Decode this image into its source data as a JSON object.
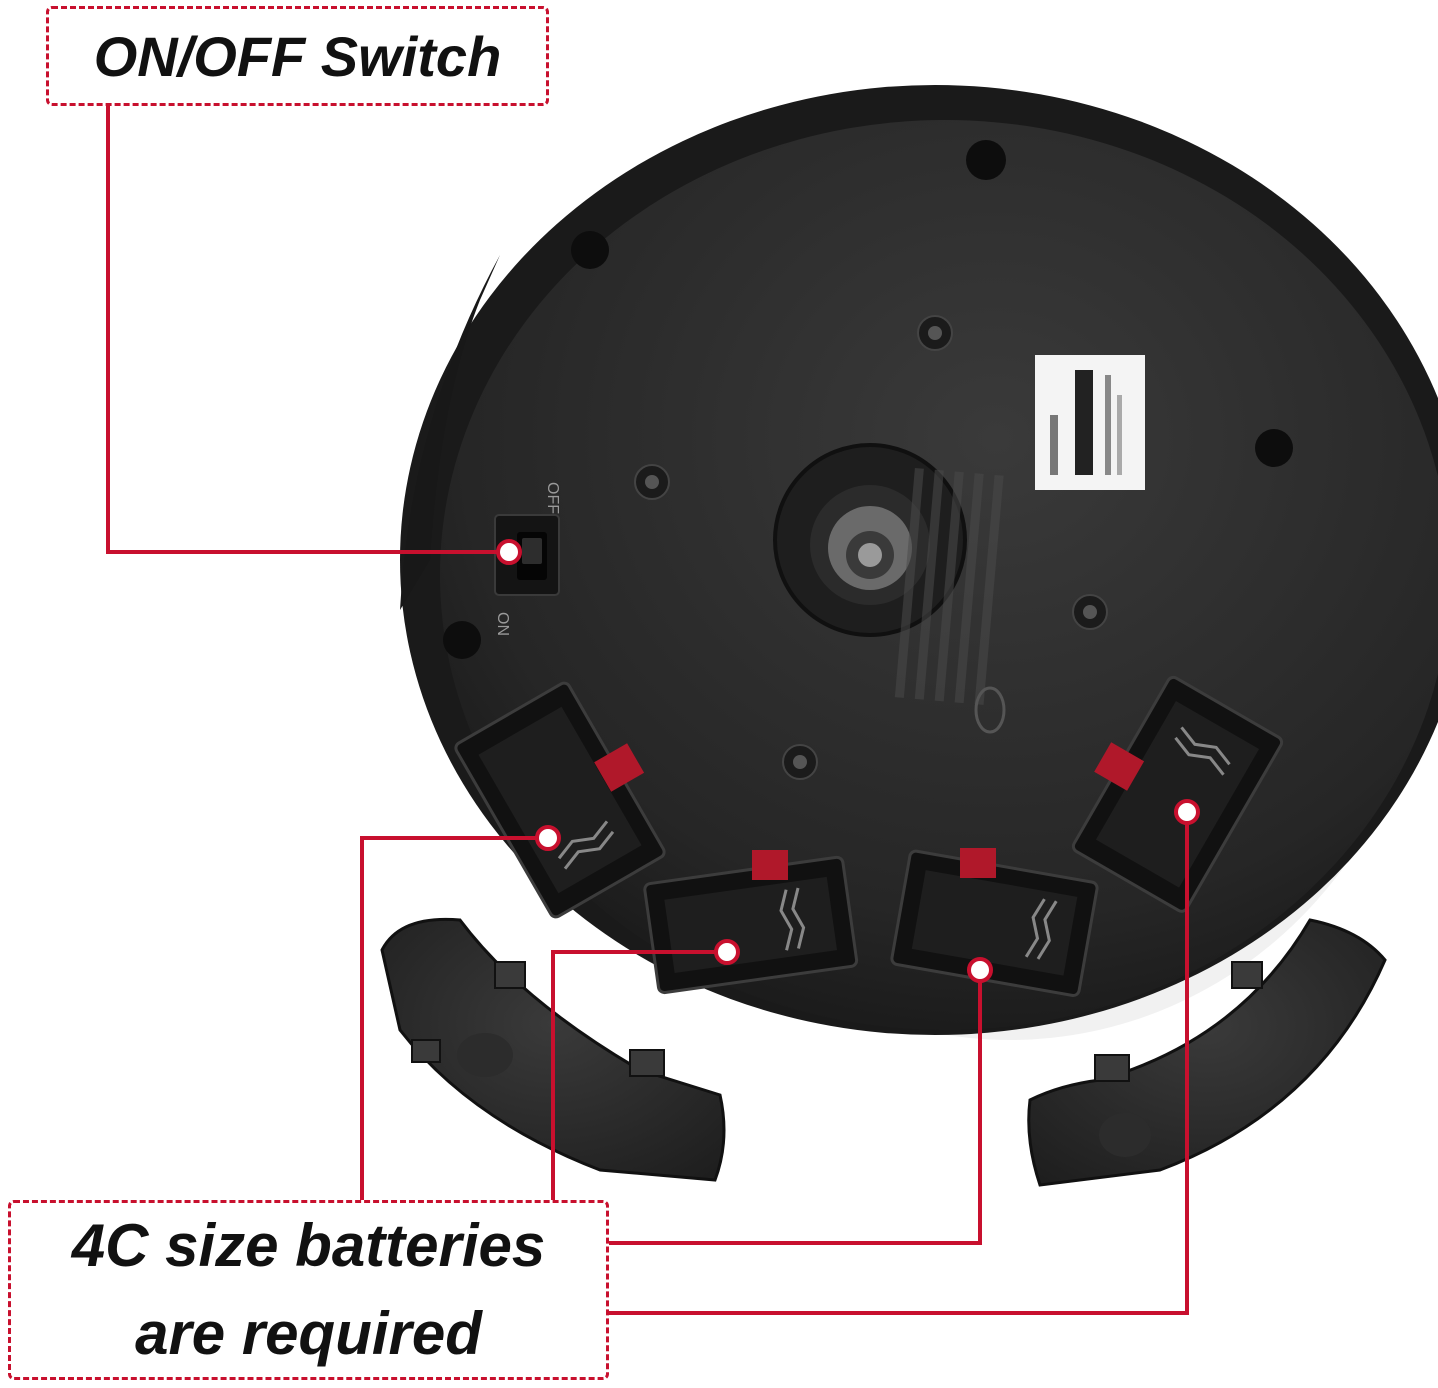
{
  "callouts": {
    "switch_label": "ON/OFF Switch",
    "battery_line1": "4C size batteries",
    "battery_line2": "are required"
  },
  "device": {
    "switch_on_text": "ON",
    "switch_off_text": "OFF"
  },
  "colors": {
    "accent_red": "#c8102e",
    "device_body": "#2a2a2a",
    "background": "#ffffff"
  }
}
